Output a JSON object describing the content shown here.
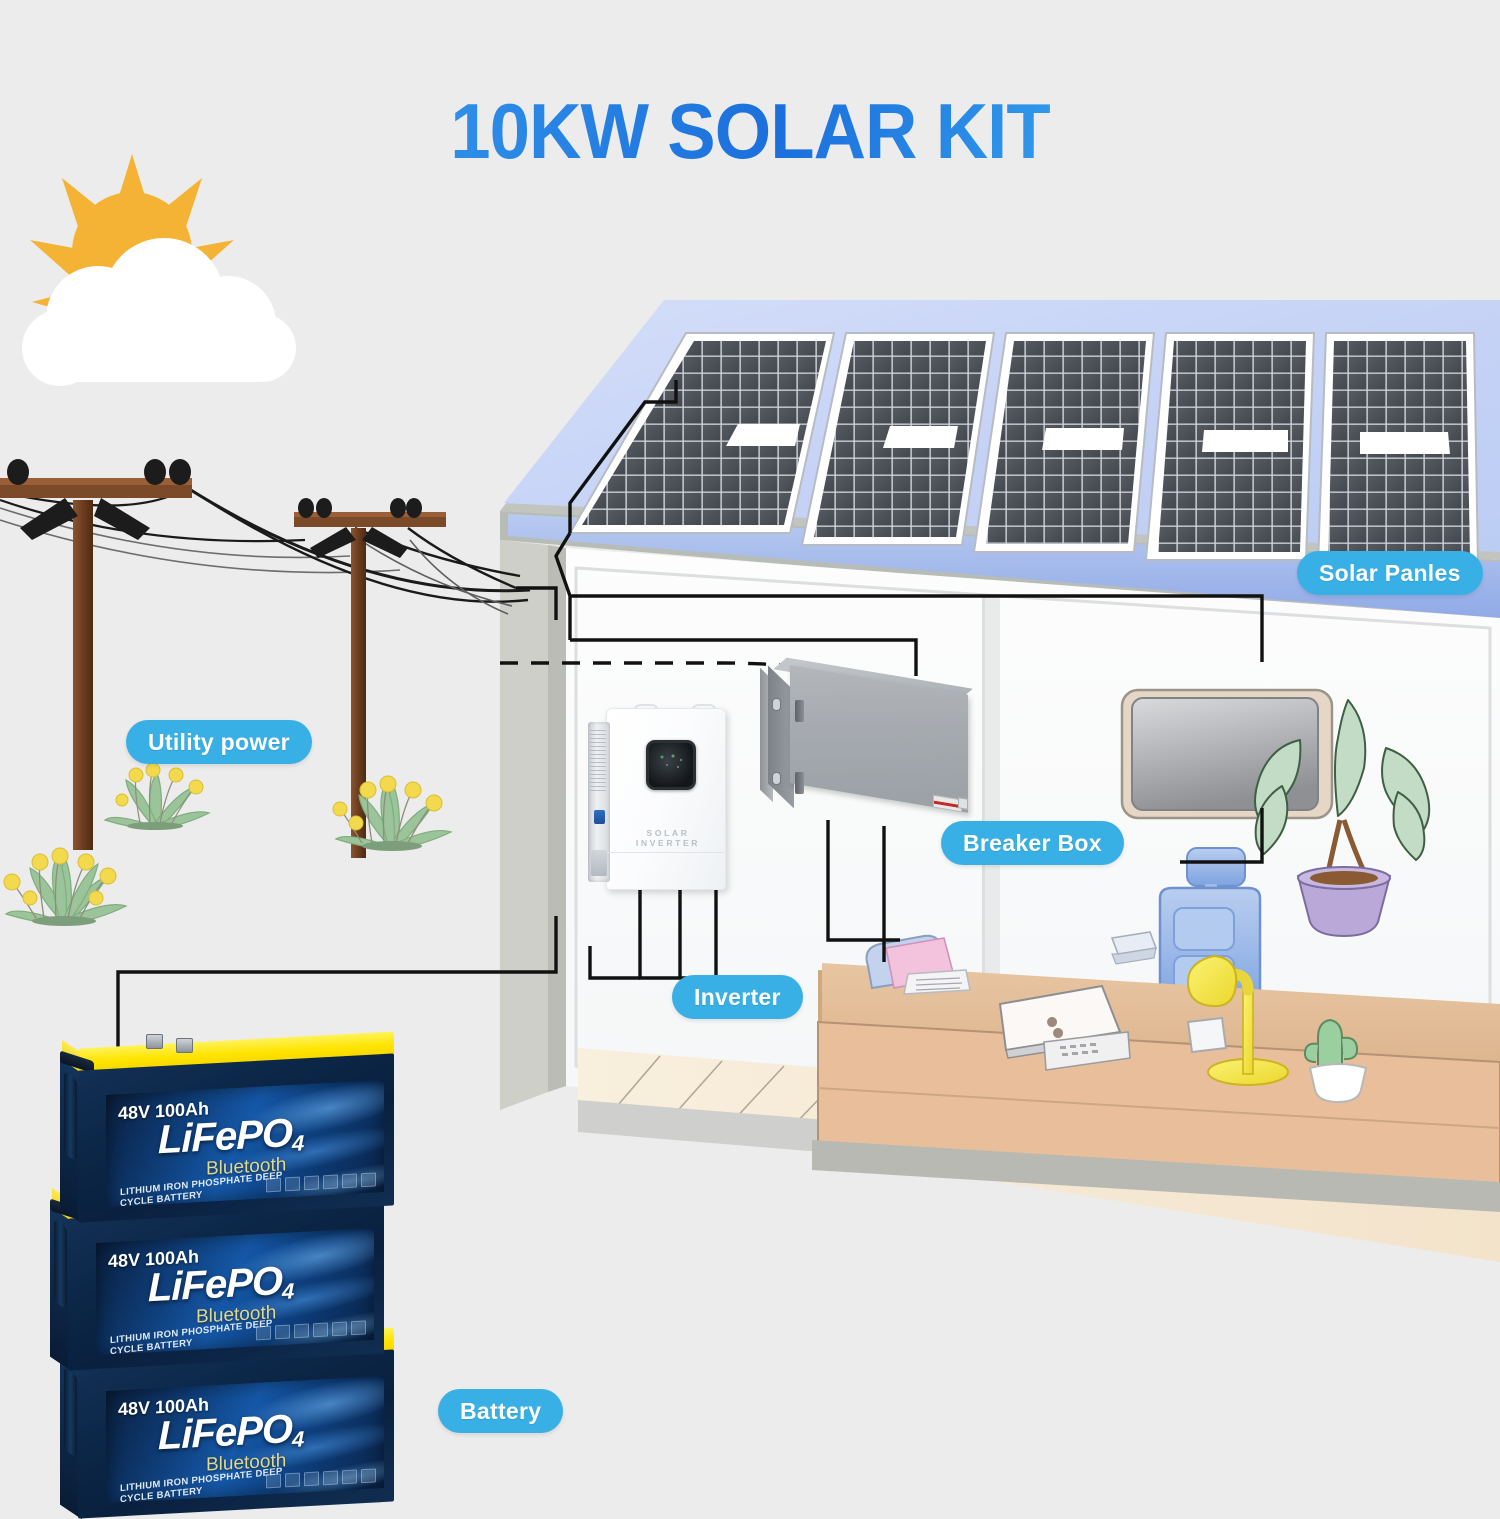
{
  "page": {
    "title": "10KW SOLAR KIT",
    "background_color": "#ececec",
    "title_color_from": "#1e78e0",
    "title_color_to": "#38a6ef"
  },
  "labels": {
    "pill_color": "#39b0e5",
    "pill_text_color": "#ffffff",
    "solar_panels": "Solar Panles",
    "breaker_box": "Breaker Box",
    "inverter": "Inverter",
    "utility_power": "Utility power",
    "battery": "Battery"
  },
  "inverter_unit": {
    "brand_text": "SOLAR INVERTER",
    "body_color": "#ffffff",
    "display_color": "#14171a"
  },
  "breaker_unit": {
    "body_color": "#a7abb0",
    "warning_label_color": "#c62828"
  },
  "batteries": [
    {
      "voltage_capacity": "48V 100Ah",
      "chemistry": "LiFePO",
      "chemistry_sub": "4",
      "connectivity": "Bluetooth",
      "description": "LITHIUM IRON PHOSPHATE DEEP CYCLE BATTERY",
      "top_color": "#ffe400",
      "body_color": "#0c2748"
    },
    {
      "voltage_capacity": "48V 100Ah",
      "chemistry": "LiFePO",
      "chemistry_sub": "4",
      "connectivity": "Bluetooth",
      "description": "LITHIUM IRON PHOSPHATE DEEP CYCLE BATTERY",
      "top_color": "#ffe400",
      "body_color": "#0c2748"
    },
    {
      "voltage_capacity": "48V 100Ah",
      "chemistry": "LiFePO",
      "chemistry_sub": "4",
      "connectivity": "Bluetooth",
      "description": "LITHIUM IRON PHOSPHATE DEEP CYCLE BATTERY",
      "top_color": "#ffe400",
      "body_color": "#0c2748"
    }
  ],
  "scene": {
    "roof_color": "#c9d6f7",
    "roof_edge_color": "#b8bcb6",
    "panel_cell_color": "#4a4f55",
    "panel_frame_color": "#ffffff",
    "panel_count": 5,
    "wall_color": "#fbfbfb",
    "floor_color": "#f6ead6",
    "desk_color": "#e3bd96",
    "chair_color": "#9fbdea",
    "plant_leaf_color": "#bcd9bf",
    "plant_pot_color": "#b9a8d8",
    "lamp_color": "#f4e544",
    "cactus_color": "#9ccfa0",
    "pole_color": "#7b4a28",
    "grass_color": "#9cc49a",
    "flower_color": "#f2d94e",
    "sun_color": "#f5b335",
    "cloud_color": "#ffffff",
    "wire_color": "#111111"
  }
}
